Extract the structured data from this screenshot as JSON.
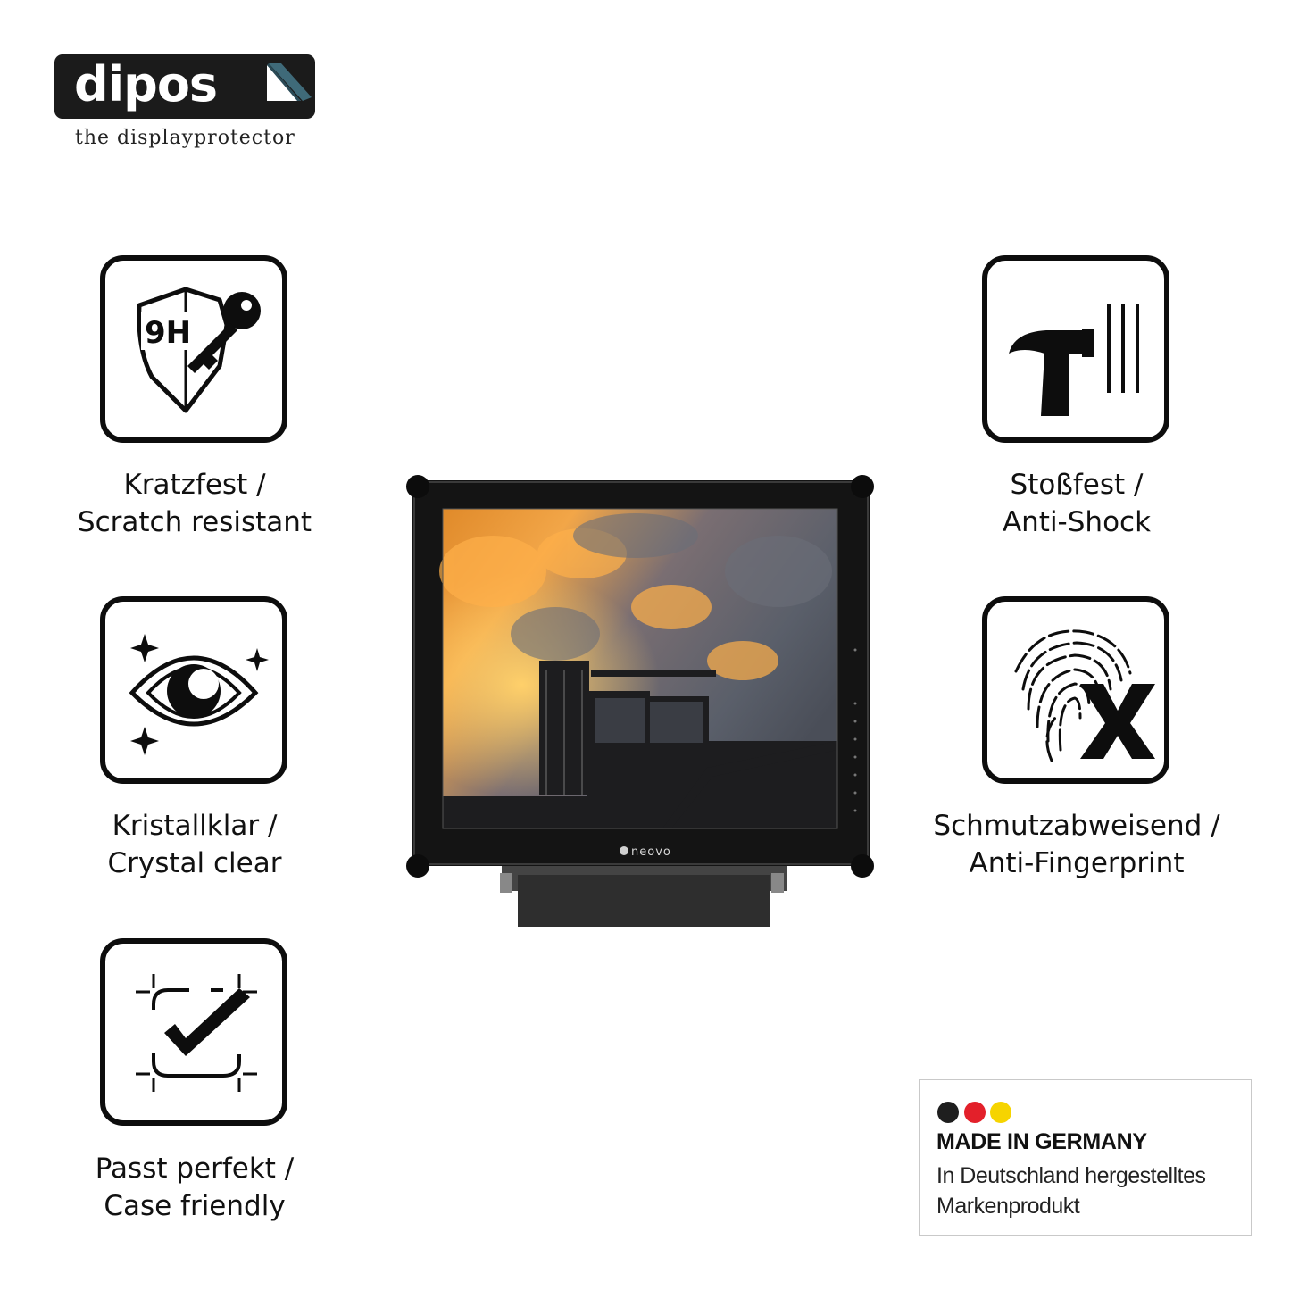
{
  "brand": {
    "name": "dipos",
    "tagline": "the displayprotector",
    "box_color": "#1b1b1b",
    "accent_color": "#3f6a79"
  },
  "features": [
    {
      "id": "scratch",
      "icon": "shield-key-icon",
      "icon_text": "9H",
      "line1": "Kratzfest /",
      "line2": "Scratch resistant"
    },
    {
      "id": "clear",
      "icon": "eye-sparkle-icon",
      "line1": "Kristallklar /",
      "line2": "Crystal clear"
    },
    {
      "id": "fit",
      "icon": "frame-check-icon",
      "line1": "Passt perfekt /",
      "line2": "Case friendly"
    },
    {
      "id": "shock",
      "icon": "hammer-icon",
      "line1": "Stoßfest /",
      "line2": "Anti-Shock"
    },
    {
      "id": "fingerprint",
      "icon": "fingerprint-x-icon",
      "line1": "Schmutzabweisend /",
      "line2": "Anti-Fingerprint"
    }
  ],
  "monitor": {
    "brand_label": "neovo"
  },
  "badge": {
    "title": "MADE IN GERMANY",
    "line1": "In Deutschland hergestelltes",
    "line2": "Markenprodukt",
    "flag_colors": [
      "#1e1e1e",
      "#e3202a",
      "#f6d400"
    ]
  }
}
